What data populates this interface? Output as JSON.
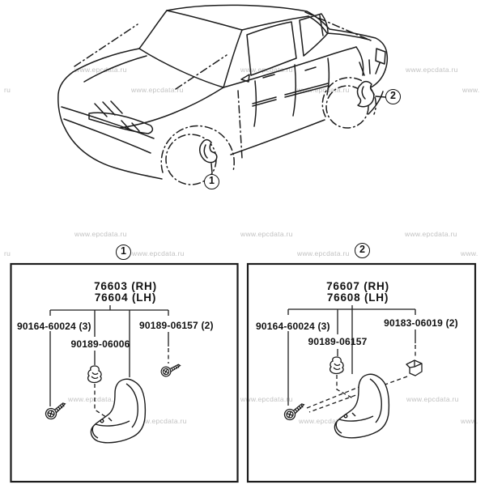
{
  "page": {
    "background": "#ffffff",
    "line_color": "#1c1c1c",
    "description": "Toyota EPC style parts diagram - mudguards for sedan"
  },
  "watermark": {
    "text": "www.epcdata.ru",
    "fragment_left": "ru",
    "fragment_right": "www.",
    "color": "#c1c1c1"
  },
  "vehicle_diagram": {
    "description": "sedan line drawing, front-left 3/4 view",
    "front_callout": "1",
    "rear_callout": "2"
  },
  "panels": [
    {
      "callout": "1",
      "title_rh": "76603 (RH)",
      "title_lh": "76604 (LH)",
      "part_left": "90164-60024 (3)",
      "part_middle": "90189-06006",
      "part_right": "90189-06157 (2)"
    },
    {
      "callout": "2",
      "title_rh": "76607 (RH)",
      "title_lh": "76608 (LH)",
      "part_left": "90164-60024 (3)",
      "part_middle": "90189-06157",
      "part_right": "90183-06019 (2)"
    }
  ]
}
